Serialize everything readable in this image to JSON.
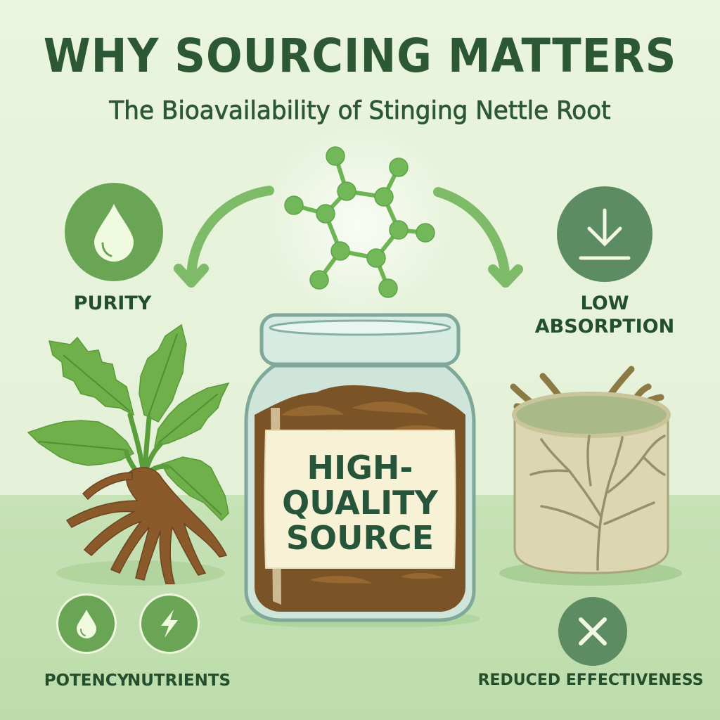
{
  "header": {
    "title": "WHY SOURCING MATTERS",
    "subtitle": "The Bioavailability of Stinging Nettle Root"
  },
  "left_panel": {
    "badge": {
      "icon": "water-drop-icon",
      "label": "PURITY",
      "color": "#6aa556"
    },
    "illustration": "nettle-plant-with-roots"
  },
  "center_panel": {
    "icon": "molecule-icon",
    "jar_label_lines": [
      "HIGH-",
      "QUALITY",
      "SOURCE"
    ],
    "illustration": "glass-jar-with-dried-root"
  },
  "right_panel": {
    "badge": {
      "icon": "download-arrow-icon",
      "label_lines": [
        "LOW",
        "ABSORPTION"
      ],
      "color": "#5e8c62"
    },
    "illustration": "cracked-pot-with-dry-branches"
  },
  "bottom_left": {
    "items": [
      {
        "icon": "water-drop-icon",
        "label": "POTENCY"
      },
      {
        "icon": "lightning-bolt-icon",
        "label": "NUTRIENTS"
      }
    ]
  },
  "bottom_right": {
    "icon": "x-mark-icon",
    "label": "REDUCED EFFECTIVENESS"
  },
  "colors": {
    "text_dark_green": "#2c5834",
    "accent_green": "#6aa556",
    "muted_green": "#5e8c62",
    "background_top": "#e6f2da",
    "background_bottom": "#c4e0b4",
    "root_brown": "#8a5a2b",
    "label_cream": "#f7f1d6"
  }
}
